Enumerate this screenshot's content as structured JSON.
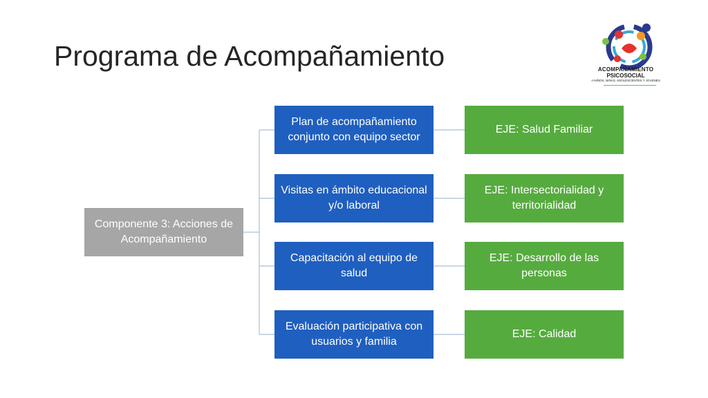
{
  "title": "Programa de Acompañamiento",
  "logo": {
    "line1": "ACOMPAÑAMIENTO",
    "line2": "PSICOSOCIAL",
    "line3": "A NIÑOS, NIÑAS, ADOLESCENTES Y JOVENES",
    "colors": [
      "#2b3a8f",
      "#e5322d",
      "#f29a1f",
      "#7cc242",
      "#37a9d6"
    ]
  },
  "root": {
    "label": "Componente 3: Acciones de Acompañamiento",
    "color": "#a6a6a6"
  },
  "branches": [
    {
      "action": "Plan de acompañamiento conjunto con equipo sector",
      "axis": "EJE: Salud Familiar"
    },
    {
      "action": "Visitas en ámbito educacional y/o laboral",
      "axis": "EJE: Intersectorialidad y territorialidad"
    },
    {
      "action": "Capacitación al equipo de salud",
      "axis": "EJE: Desarrollo de las personas"
    },
    {
      "action": "Evaluación participativa con usuarios y familia",
      "axis": "EJE: Calidad"
    }
  ],
  "colors": {
    "action": "#1f5fbf",
    "axis": "#56ab3f",
    "connector": "#a9bfd6"
  }
}
